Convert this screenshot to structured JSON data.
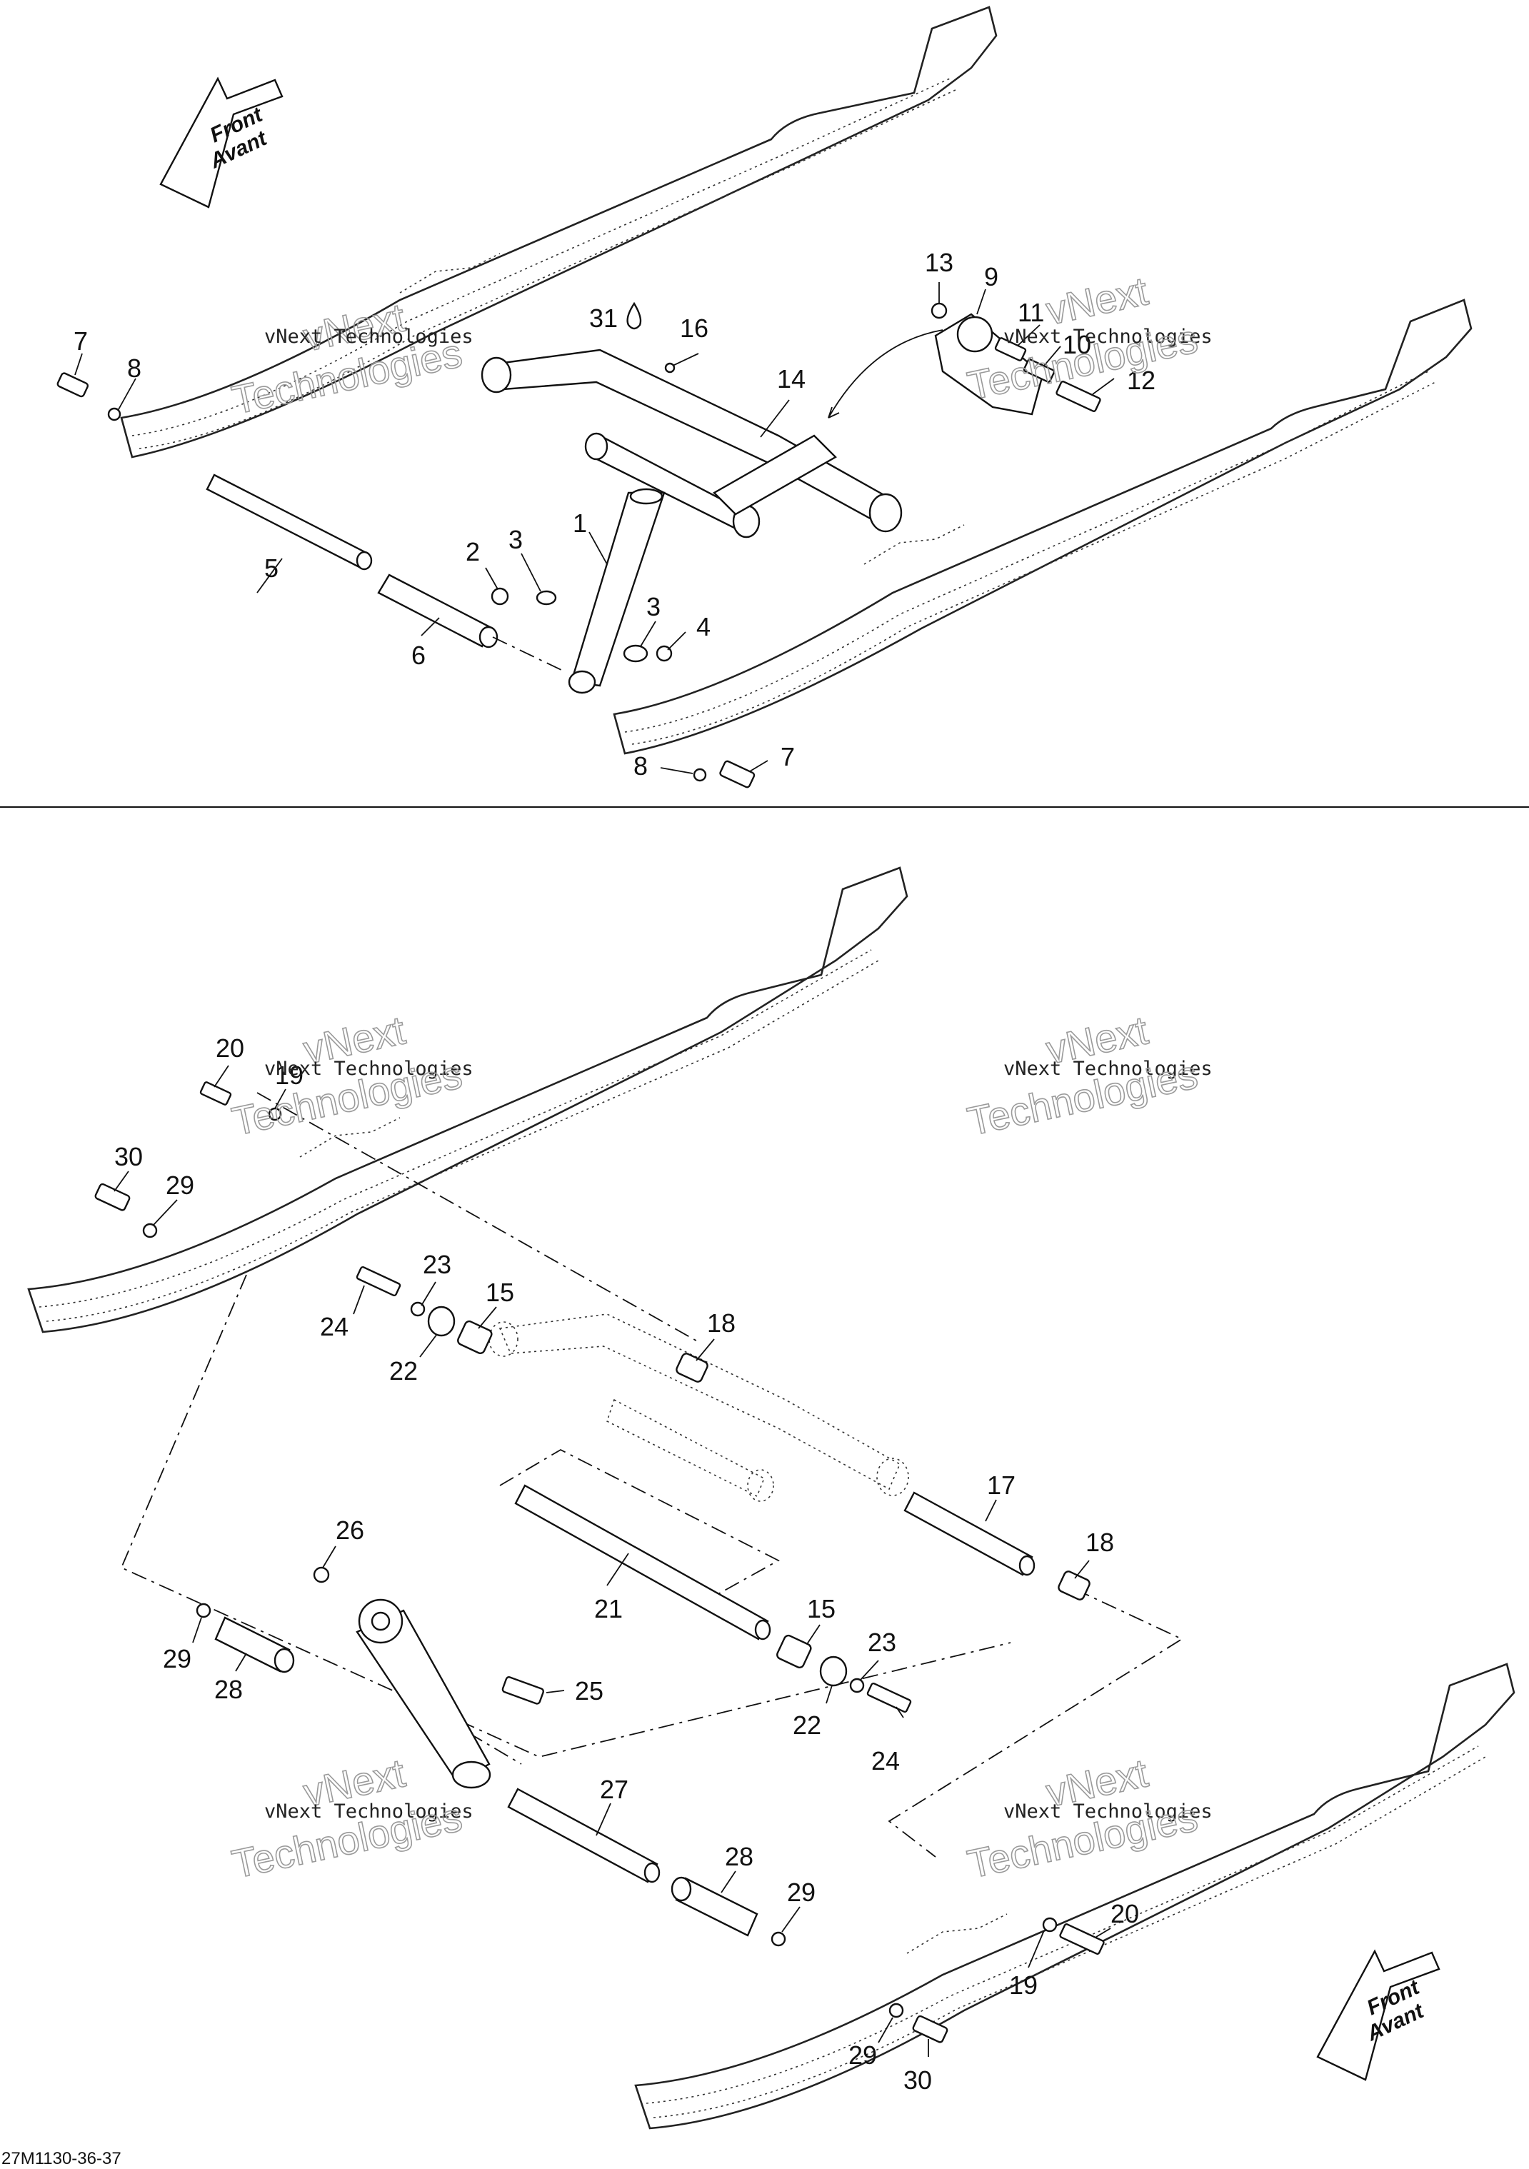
{
  "direction_arrow": {
    "line1": "Front",
    "line2": "Avant"
  },
  "watermark": {
    "line1": "vNext",
    "line2": "vNext Technologies",
    "line3": "Technologies"
  },
  "diagram_code": "27M1130-36-37",
  "callouts": {
    "c1": "1",
    "c2": "2",
    "c3a": "3",
    "c3b": "3",
    "c4": "4",
    "c5": "5",
    "c6": "6",
    "c7a": "7",
    "c7b": "7",
    "c8a": "8",
    "c8b": "8",
    "c9": "9",
    "c10": "10",
    "c11": "11",
    "c12": "12",
    "c13": "13",
    "c14": "14",
    "c15a": "15",
    "c15b": "15",
    "c16": "16",
    "c17": "17",
    "c18a": "18",
    "c18b": "18",
    "c19a": "19",
    "c19b": "19",
    "c20a": "20",
    "c20b": "20",
    "c21": "21",
    "c22a": "22",
    "c22b": "22",
    "c23a": "23",
    "c23b": "23",
    "c24a": "24",
    "c24b": "24",
    "c25": "25",
    "c26": "26",
    "c27": "27",
    "c28a": "28",
    "c28b": "28",
    "c29a": "29",
    "c29b": "29",
    "c29c": "29",
    "c30a": "30",
    "c30b": "30",
    "c31": "31"
  },
  "colors": {
    "ink": "#111111",
    "watermark_outline": "#9a9a9a",
    "background": "#ffffff"
  }
}
